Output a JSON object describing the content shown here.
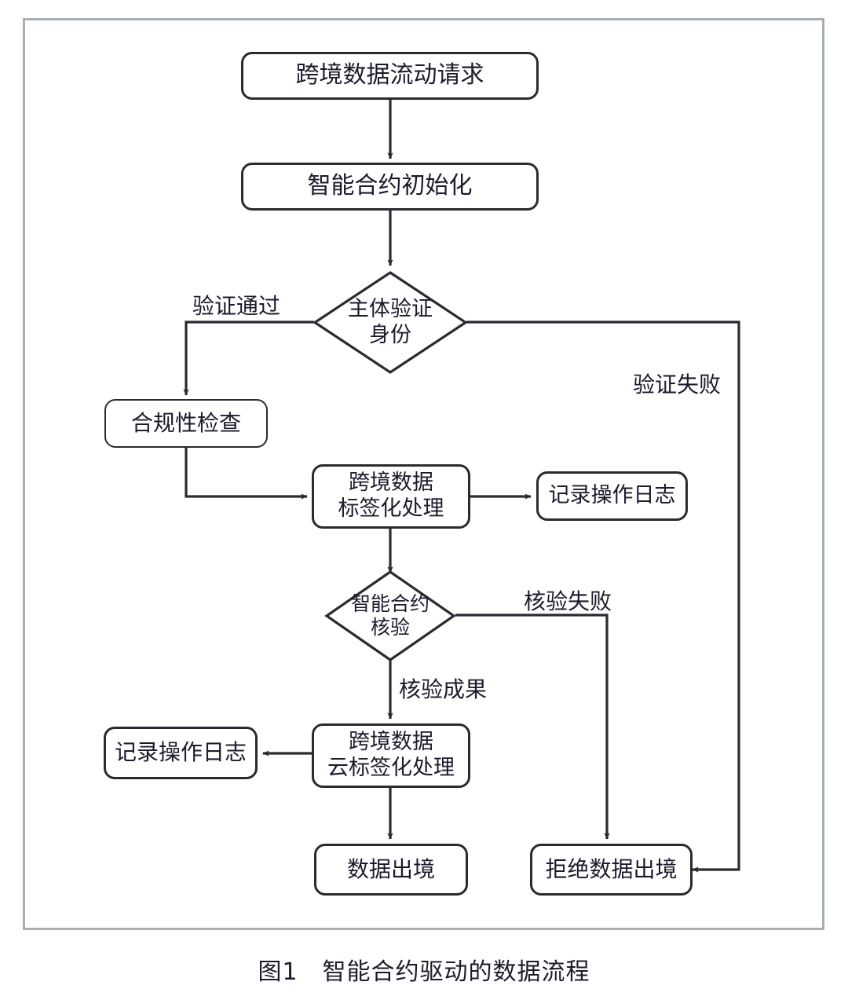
{
  "figure": {
    "caption": "图1　智能合约驱动的数据流程",
    "caption_number": "图1",
    "caption_title": "智能合约驱动的数据流程"
  },
  "chart_data": {
    "type": "diagram",
    "title": "智能合约驱动的数据流程",
    "nodes": [
      {
        "id": "request",
        "label": "跨境数据流动请求",
        "shape": "rounded-rect"
      },
      {
        "id": "init",
        "label": "智能合约初始化",
        "shape": "rounded-rect"
      },
      {
        "id": "identity",
        "label": "主体验证\n身份",
        "shape": "diamond"
      },
      {
        "id": "compliance",
        "label": "合规性检查",
        "shape": "rounded-rect"
      },
      {
        "id": "tagging",
        "label": "跨境数据\n标签化处理",
        "shape": "rounded-rect"
      },
      {
        "id": "log-upper",
        "label": "记录操作日志",
        "shape": "rounded-rect"
      },
      {
        "id": "verify",
        "label": "智能合约\n核验",
        "shape": "diamond"
      },
      {
        "id": "log-lower",
        "label": "记录操作日志",
        "shape": "rounded-rect"
      },
      {
        "id": "cloud-tagging",
        "label": "跨境数据\n云标签化处理",
        "shape": "rounded-rect"
      },
      {
        "id": "export",
        "label": "数据出境",
        "shape": "rounded-rect"
      },
      {
        "id": "reject",
        "label": "拒绝数据出境",
        "shape": "rounded-rect"
      }
    ],
    "edges": [
      {
        "from": "request",
        "to": "init",
        "label": ""
      },
      {
        "from": "init",
        "to": "identity",
        "label": ""
      },
      {
        "from": "identity",
        "to": "compliance",
        "label": "验证通过"
      },
      {
        "from": "identity",
        "to": "reject",
        "label": "验证失败"
      },
      {
        "from": "compliance",
        "to": "tagging",
        "label": ""
      },
      {
        "from": "tagging",
        "to": "log-upper",
        "label": ""
      },
      {
        "from": "tagging",
        "to": "verify",
        "label": ""
      },
      {
        "from": "verify",
        "to": "reject",
        "label": "核验失败"
      },
      {
        "from": "verify",
        "to": "cloud-tagging",
        "label": "核验成果"
      },
      {
        "from": "cloud-tagging",
        "to": "log-lower",
        "label": ""
      },
      {
        "from": "cloud-tagging",
        "to": "export",
        "label": ""
      }
    ],
    "edge_labels": {
      "identity_pass": "验证通过",
      "identity_fail": "验证失败",
      "verify_fail": "核验失败",
      "verify_success": "核验成果"
    },
    "colors": {
      "frame_border": "#a9aeb3",
      "node_border": "#2a2a30",
      "node_fill": "#ffffff",
      "edge_stroke": "#2a2a30",
      "text": "#1b1b2c",
      "background": "#ffffff"
    }
  }
}
